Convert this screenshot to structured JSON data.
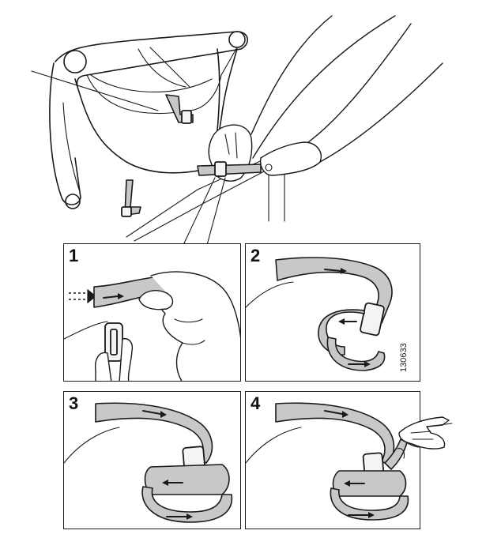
{
  "steps": [
    {
      "number": "1"
    },
    {
      "number": "2"
    },
    {
      "number": "3"
    },
    {
      "number": "4"
    }
  ],
  "reference_code": "130633",
  "icons": {
    "overview": "seat-strap-attachment-illustration",
    "step1": "strap-insert-into-buckle-icon",
    "step2": "strap-loop-through-buckle-icon",
    "step3": "strap-threaded-buckle-icon",
    "step4": "strap-pulled-tight-icon"
  }
}
